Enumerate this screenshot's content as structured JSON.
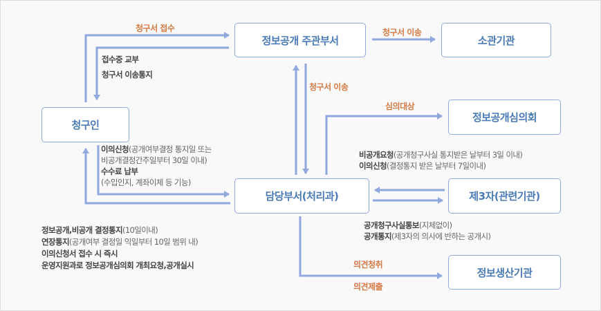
{
  "colors": {
    "box_border": "#8eaadb",
    "box_text": "#4a7bb7",
    "arrow": "#8fa8dd",
    "label_orange": "#d67a45",
    "note_text": "#555555",
    "background": "#f9f9f9"
  },
  "boxes": {
    "jugwan": "정보공개 주관부서",
    "sogwan": "소관기관",
    "cheonggu_in": "청구인",
    "simui": "정보공개심의회",
    "damdang": "담당부서(처리과)",
    "third_party": "제3자(관련기관)",
    "saengsan": "정보생산기관"
  },
  "labels": {
    "receive": "청구서 접수",
    "transfer_top": "청구서 이송",
    "transfer_mid": "청구서 이송",
    "review_target": "심의대상",
    "opinion_hear": "의견청취",
    "opinion_submit": "의견제출"
  },
  "notes": {
    "receipt_notice": {
      "line1": "접수중 교부",
      "line2": "청구서 이송통지"
    },
    "objection": {
      "bold1": "이의신청",
      "normal1": "(공개여부결정 통지일 또는",
      "line2": "비공개결정간주일부터 30일 이내)",
      "bold3": "수수료 납부",
      "line4": " (수입인지, 계좌이체 등 기능)"
    },
    "third_party_request": {
      "bold1": "비공개요청",
      "normal1": "(공개청구사실 통지받은 날부터 3일 이내)",
      "bold2": "이의신청",
      "normal2": "(결정통지 받은 날부터 7일이내)"
    },
    "third_party_notice": {
      "bold1": "공개청구사실통보",
      "normal1": "(지체없이)",
      "bold2": "공개통지",
      "normal2": "(제3자의 의사에 반하는 공개시)"
    },
    "decision": {
      "bold1": "정보공개,비공개 결정통지",
      "normal1": "(10일이내)",
      "bold2": "연장통지",
      "normal2": "(공개여부 결정일 익일부터 10일 범위 내)",
      "line3": "이의신청서 접수 시 즉시",
      "line4": "운영지원과로 정보공개심의회 개최요청,공개실시"
    }
  }
}
